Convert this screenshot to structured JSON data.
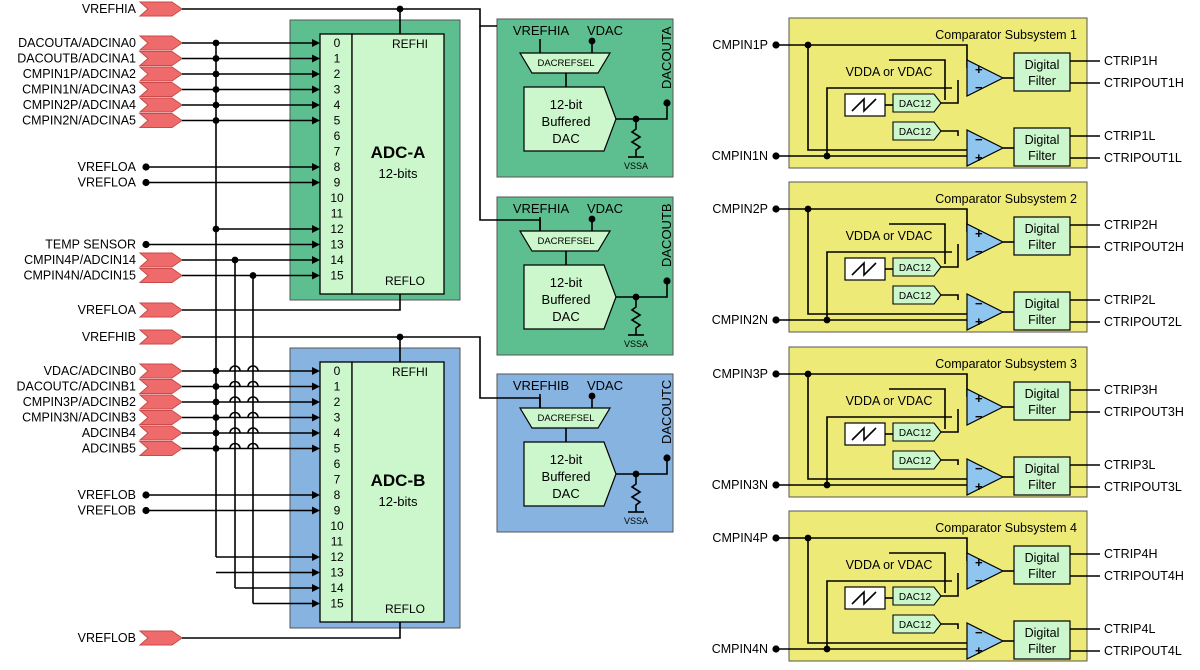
{
  "adc_a": {
    "title": "ADC-A",
    "subtitle": "12-bits",
    "refhi": "REFHI",
    "reflo": "REFLO",
    "refhi_pin": "VREFHIA",
    "reflo_pin": "VREFLOA",
    "channels": [
      "0",
      "1",
      "2",
      "3",
      "4",
      "5",
      "6",
      "7",
      "8",
      "9",
      "10",
      "11",
      "12",
      "13",
      "14",
      "15"
    ],
    "inputs": {
      "0": "DACOUTA/ADCINA0",
      "1": "DACOUTB/ADCINA1",
      "2": "CMPIN1P/ADCINA2",
      "3": "CMPIN1N/ADCINA3",
      "4": "CMPIN2P/ADCINA4",
      "5": "CMPIN2N/ADCINA5",
      "8": "VREFLOA",
      "9": "VREFLOA",
      "13": "TEMP SENSOR",
      "14": "CMPIN4P/ADCIN14",
      "15": "CMPIN4N/ADCIN15"
    }
  },
  "adc_b": {
    "title": "ADC-B",
    "subtitle": "12-bits",
    "refhi": "REFHI",
    "reflo": "REFLO",
    "refhi_pin": "VREFHIB",
    "reflo_pin": "VREFLOB",
    "channels": [
      "0",
      "1",
      "2",
      "3",
      "4",
      "5",
      "6",
      "7",
      "8",
      "9",
      "10",
      "11",
      "12",
      "13",
      "14",
      "15"
    ],
    "inputs": {
      "0": "VDAC/ADCINB0",
      "1": "DACOUTC/ADCINB1",
      "2": "CMPIN3P/ADCINB2",
      "3": "CMPIN3N/ADCINB3",
      "4": "ADCINB4",
      "5": "ADCINB5",
      "8": "VREFLOB",
      "9": "VREFLOB"
    }
  },
  "dacs": [
    {
      "ref": "VREFHIA",
      "vdac": "VDAC",
      "sel": "DACREFSEL",
      "body": [
        "12-bit",
        "Buffered",
        "DAC"
      ],
      "gnd": "VSSA",
      "out": "DACOUTA",
      "color": "#5dbf8f"
    },
    {
      "ref": "VREFHIA",
      "vdac": "VDAC",
      "sel": "DACREFSEL",
      "body": [
        "12-bit",
        "Buffered",
        "DAC"
      ],
      "gnd": "VSSA",
      "out": "DACOUTB",
      "color": "#5dbf8f"
    },
    {
      "ref": "VREFHIB",
      "vdac": "VDAC",
      "sel": "DACREFSEL",
      "body": [
        "12-bit",
        "Buffered",
        "DAC"
      ],
      "gnd": "VSSA",
      "out": "DACOUTC",
      "color": "#86b3e0"
    }
  ],
  "comparators": [
    {
      "title": "Comparator Subsystem 1",
      "p": "CMPIN1P",
      "n": "CMPIN1N",
      "ref": "VDDA or VDAC",
      "dac": "DAC12",
      "filter": [
        "Digital",
        "Filter"
      ],
      "out": [
        "CTRIP1H",
        "CTRIPOUT1H",
        "CTRIP1L",
        "CTRIPOUT1L"
      ]
    },
    {
      "title": "Comparator Subsystem 2",
      "p": "CMPIN2P",
      "n": "CMPIN2N",
      "ref": "VDDA or VDAC",
      "dac": "DAC12",
      "filter": [
        "Digital",
        "Filter"
      ],
      "out": [
        "CTRIP2H",
        "CTRIPOUT2H",
        "CTRIP2L",
        "CTRIPOUT2L"
      ]
    },
    {
      "title": "Comparator Subsystem 3",
      "p": "CMPIN3P",
      "n": "CMPIN3N",
      "ref": "VDDA or VDAC",
      "dac": "DAC12",
      "filter": [
        "Digital",
        "Filter"
      ],
      "out": [
        "CTRIP3H",
        "CTRIPOUT3H",
        "CTRIP3L",
        "CTRIPOUT3L"
      ]
    },
    {
      "title": "Comparator Subsystem 4",
      "p": "CMPIN4P",
      "n": "CMPIN4N",
      "ref": "VDDA or VDAC",
      "dac": "DAC12",
      "filter": [
        "Digital",
        "Filter"
      ],
      "out": [
        "CTRIP4H",
        "CTRIPOUT4H",
        "CTRIP4L",
        "CTRIPOUT4L"
      ]
    }
  ],
  "colors": {
    "adc_a": "#5dbf8f",
    "adc_b": "#86b3e0",
    "adc_core": "#ccf7cc",
    "comp_bg": "#eeea78",
    "pin": "#ef6b6b",
    "comparator": "#8fc6f0"
  }
}
